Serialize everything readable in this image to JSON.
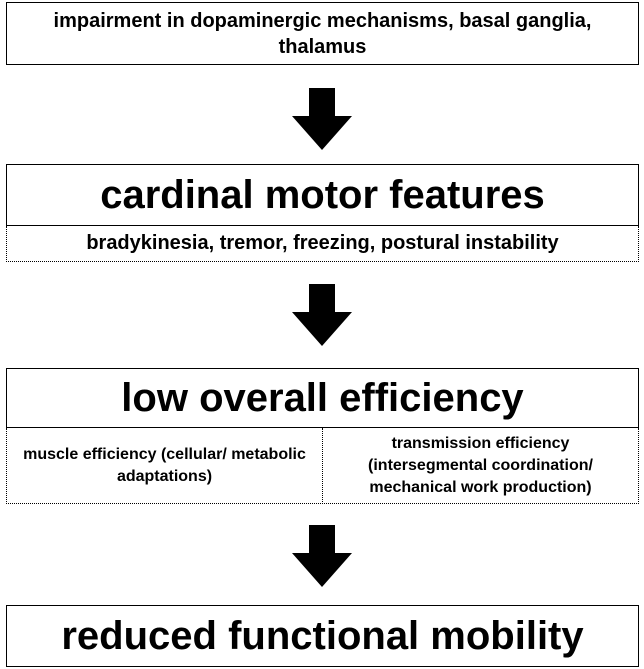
{
  "boxes": {
    "cause": "impairment in dopaminergic mechanisms, basal ganglia, thalamus",
    "motor_title": "cardinal motor features",
    "motor_detail": "bradykinesia, tremor, freezing, postural instability",
    "efficiency_title": "low overall efficiency",
    "muscle_efficiency": "muscle efficiency (cellular/ metabolic adaptations)",
    "transmission_efficiency": "transmission efficiency (intersegmental coordination/ mechanical work production)",
    "outcome": "reduced functional mobility"
  },
  "colors": {
    "stroke": "#000000",
    "fill": "#ffffff"
  },
  "icons": [
    "down-arrow-icon",
    "down-arrow-icon",
    "down-arrow-icon"
  ]
}
